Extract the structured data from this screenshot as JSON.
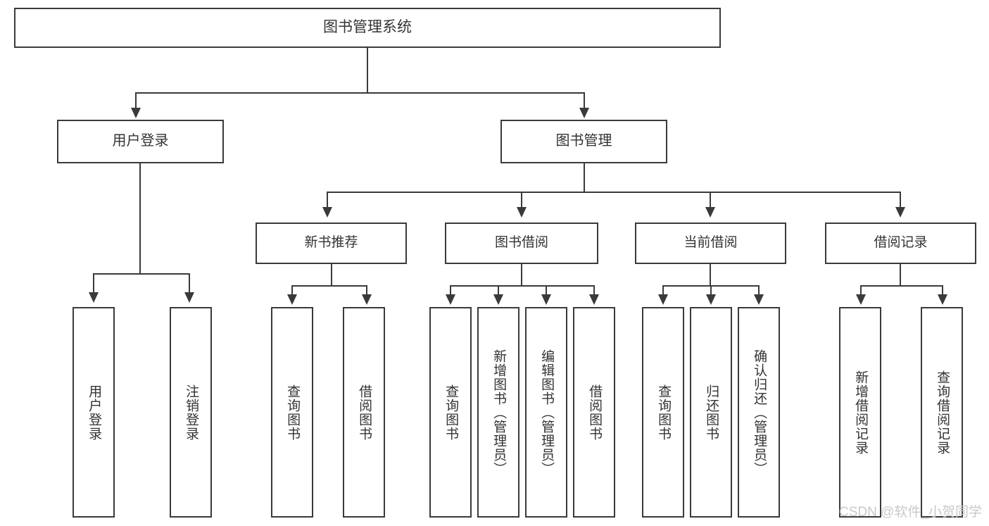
{
  "diagram": {
    "title": "图书管理系统",
    "type": "功能结构图",
    "root": {
      "id": "root",
      "label": "图书管理系统"
    },
    "level2": [
      {
        "id": "user-login",
        "label": "用户登录"
      },
      {
        "id": "book-management",
        "label": "图书管理"
      }
    ],
    "level3": [
      {
        "id": "new-book-recommend",
        "label": "新书推荐",
        "parent": "book-management"
      },
      {
        "id": "book-borrow",
        "label": "图书借阅",
        "parent": "book-management"
      },
      {
        "id": "current-borrow",
        "label": "当前借阅",
        "parent": "book-management"
      },
      {
        "id": "borrow-record",
        "label": "借阅记录",
        "parent": "book-management"
      }
    ],
    "leaves": [
      {
        "id": "leaf-user-login",
        "label": "用户登录",
        "parent": "user-login"
      },
      {
        "id": "leaf-logout-login",
        "label": "注销登录",
        "parent": "user-login"
      },
      {
        "id": "leaf-query-book-1",
        "label": "查询图书",
        "parent": "new-book-recommend"
      },
      {
        "id": "leaf-borrow-book-1",
        "label": "借阅图书",
        "parent": "new-book-recommend"
      },
      {
        "id": "leaf-query-book-2",
        "label": "查询图书",
        "parent": "book-borrow"
      },
      {
        "id": "leaf-add-book",
        "label": "新增图书（管理员）",
        "parent": "book-borrow"
      },
      {
        "id": "leaf-edit-book",
        "label": "编辑图书（管理员）",
        "parent": "book-borrow"
      },
      {
        "id": "leaf-borrow-book-2",
        "label": "借阅图书",
        "parent": "book-borrow"
      },
      {
        "id": "leaf-query-book-3",
        "label": "查询图书",
        "parent": "current-borrow"
      },
      {
        "id": "leaf-return-book",
        "label": "归还图书",
        "parent": "current-borrow"
      },
      {
        "id": "leaf-confirm-return",
        "label": "确认归还（管理员）",
        "parent": "current-borrow"
      },
      {
        "id": "leaf-add-record",
        "label": "新增借阅记录",
        "parent": "borrow-record"
      },
      {
        "id": "leaf-query-record",
        "label": "查询借阅记录",
        "parent": "borrow-record"
      }
    ],
    "watermark": "CSDN @软件_小贺同学",
    "colors": {
      "line": "#3a3a3a",
      "text": "#333333",
      "background": "#ffffff",
      "watermark": "#c9c9c9"
    }
  }
}
